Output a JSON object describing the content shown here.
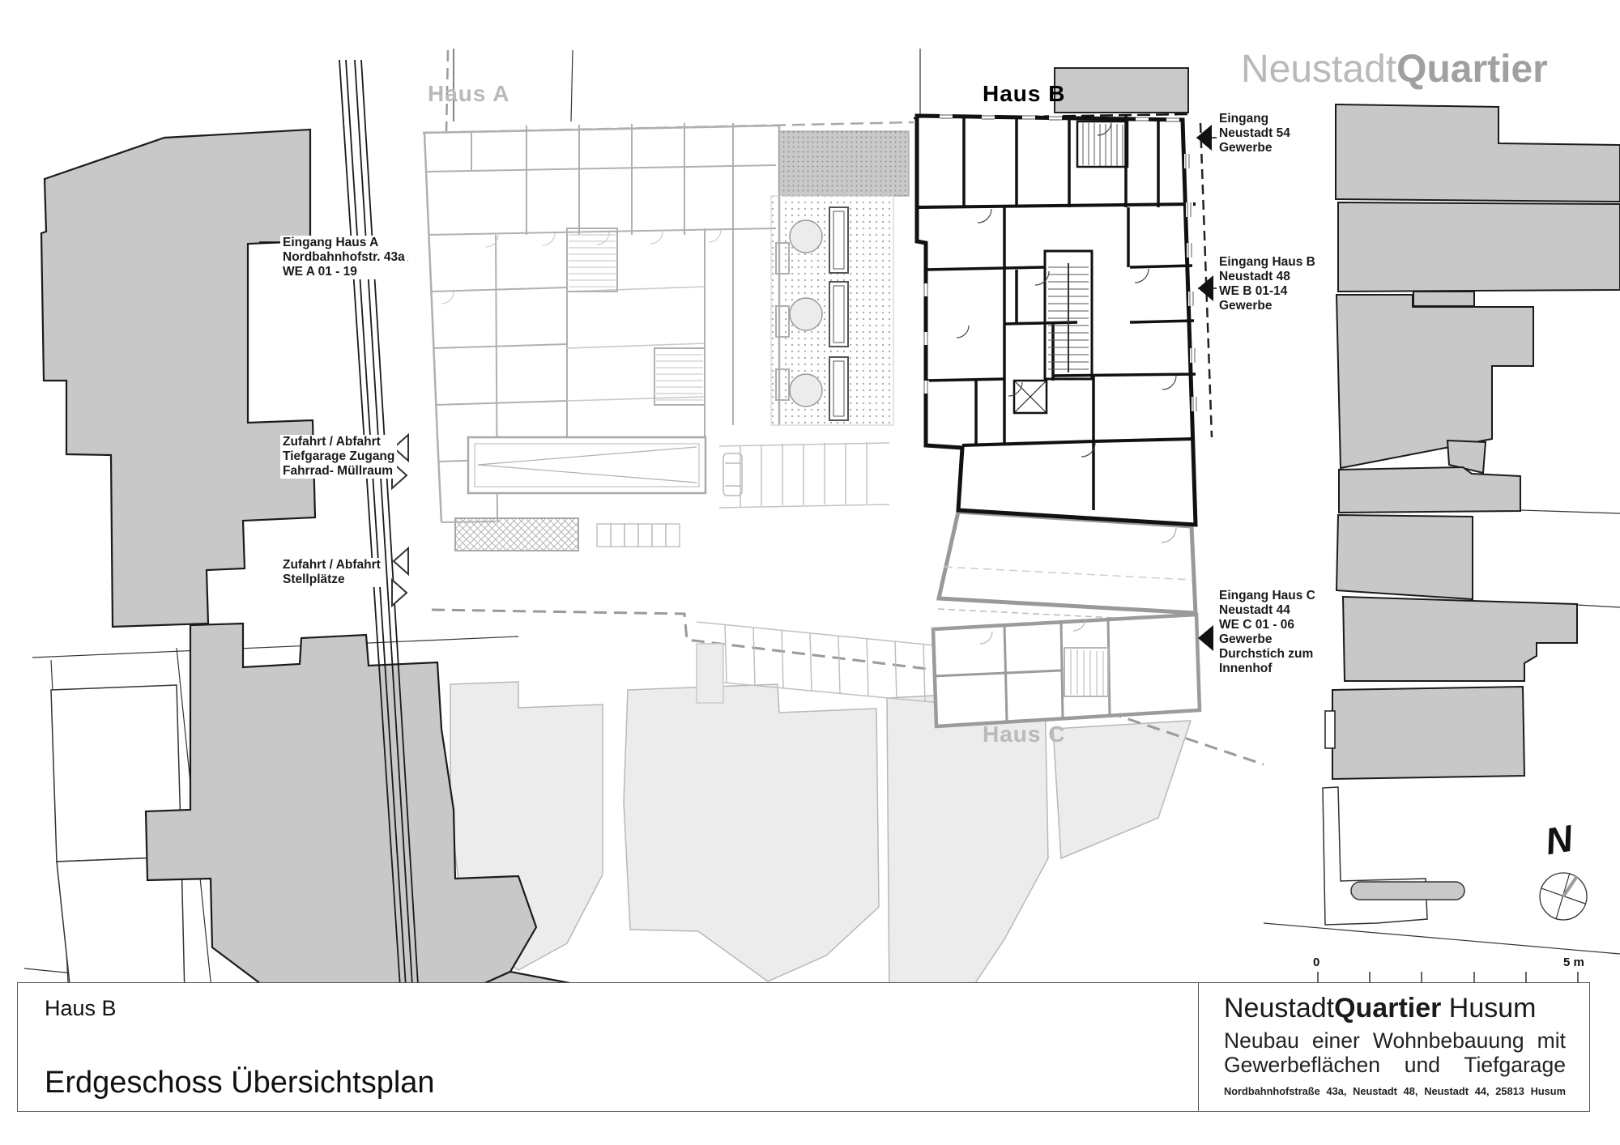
{
  "logo": {
    "part1": "Neustadt",
    "part2": "Quartier"
  },
  "plan_labels": {
    "haus_a": "Haus A",
    "haus_b": "Haus B",
    "haus_c": "Haus C"
  },
  "annotations": {
    "eingang_haus_a": {
      "lines": [
        "Eingang Haus A",
        "Nordbahnhofstr. 43a",
        "WE A 01 - 19"
      ]
    },
    "zufahrt_tiefgarage": {
      "lines": [
        "Zufahrt / Abfahrt",
        "Tiefgarage Zugang",
        "Fahrrad- Müllraum"
      ]
    },
    "zufahrt_stellplaetze": {
      "lines": [
        "Zufahrt / Abfahrt",
        "Stellplätze"
      ]
    },
    "eingang_neustadt54": {
      "lines": [
        "Eingang",
        "Neustadt 54",
        "Gewerbe"
      ]
    },
    "eingang_haus_b": {
      "lines": [
        "Eingang Haus B",
        "Neustadt 48",
        "WE B 01-14",
        "Gewerbe"
      ]
    },
    "eingang_haus_c": {
      "lines": [
        "Eingang Haus C",
        "Neustadt 44",
        "WE C 01 - 06",
        "Gewerbe",
        "Durchstich zum",
        "Innenhof"
      ]
    }
  },
  "north": {
    "label": "N"
  },
  "scale_bar": {
    "start_label": "0",
    "end_label": "5 m"
  },
  "title_block": {
    "sheet_building": "Haus B",
    "sheet_title": "Erdgeschoss Übersichtsplan",
    "project_name_part1": "Neustadt",
    "project_name_part2": "Quartier",
    "project_name_part3": " Husum",
    "subtitle_line1": "Neubau einer Wohnbebauung mit",
    "subtitle_line2": "Gewerbeflächen und Tiefgarage",
    "address": "Nordbahnhofstraße 43a, Neustadt 48, Neustadt 44, 25813 Husum"
  }
}
